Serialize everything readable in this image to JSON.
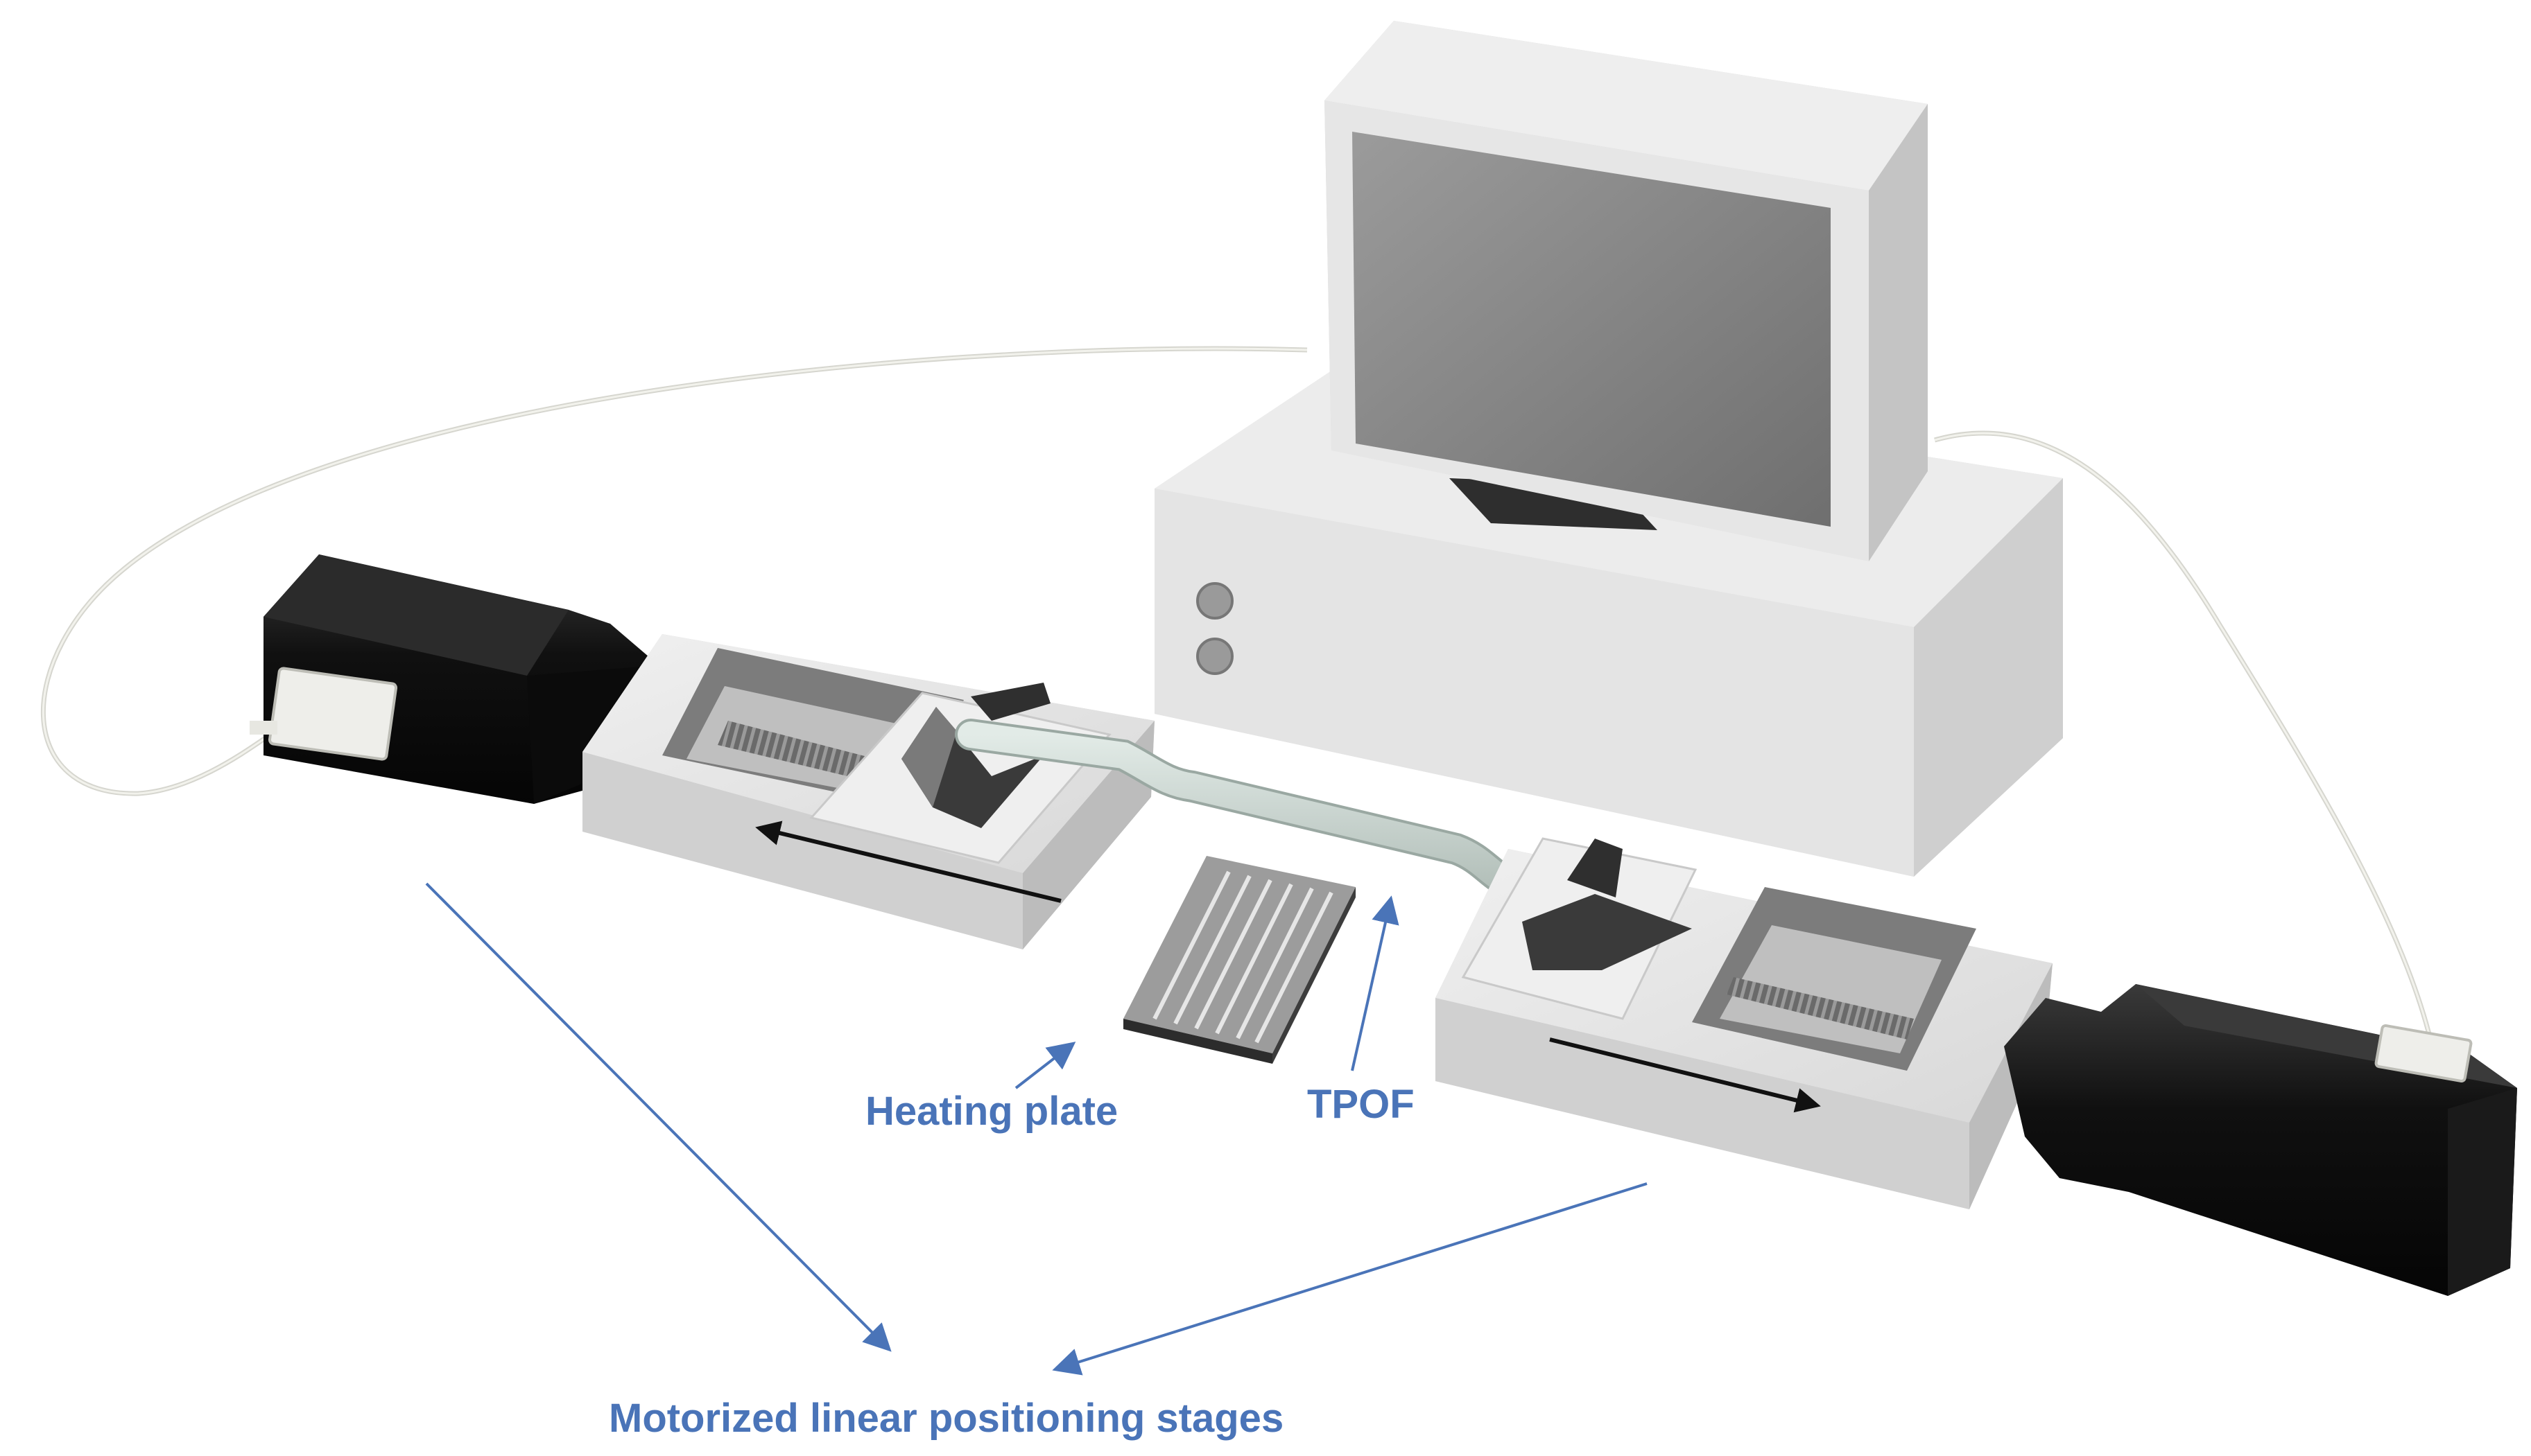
{
  "labels": {
    "heating_plate": "Heating plate",
    "tpof": "TPOF",
    "stages": "Motorized linear positioning stages"
  },
  "colors": {
    "label_blue": "#4a74b8",
    "arrow_blue": "#4a74b8",
    "motor_black": "#111111",
    "stage_grey": "#d9d9d9",
    "computer_grey": "#e3e3e3",
    "screen_grey": "#8a8a8a",
    "fiber": "#c9d4cf"
  },
  "icons": {
    "computer": "computer-icon",
    "motor": "motor-icon",
    "stage": "linear-stage-icon",
    "heater": "heating-plate-icon",
    "fiber": "optical-fiber-icon"
  }
}
